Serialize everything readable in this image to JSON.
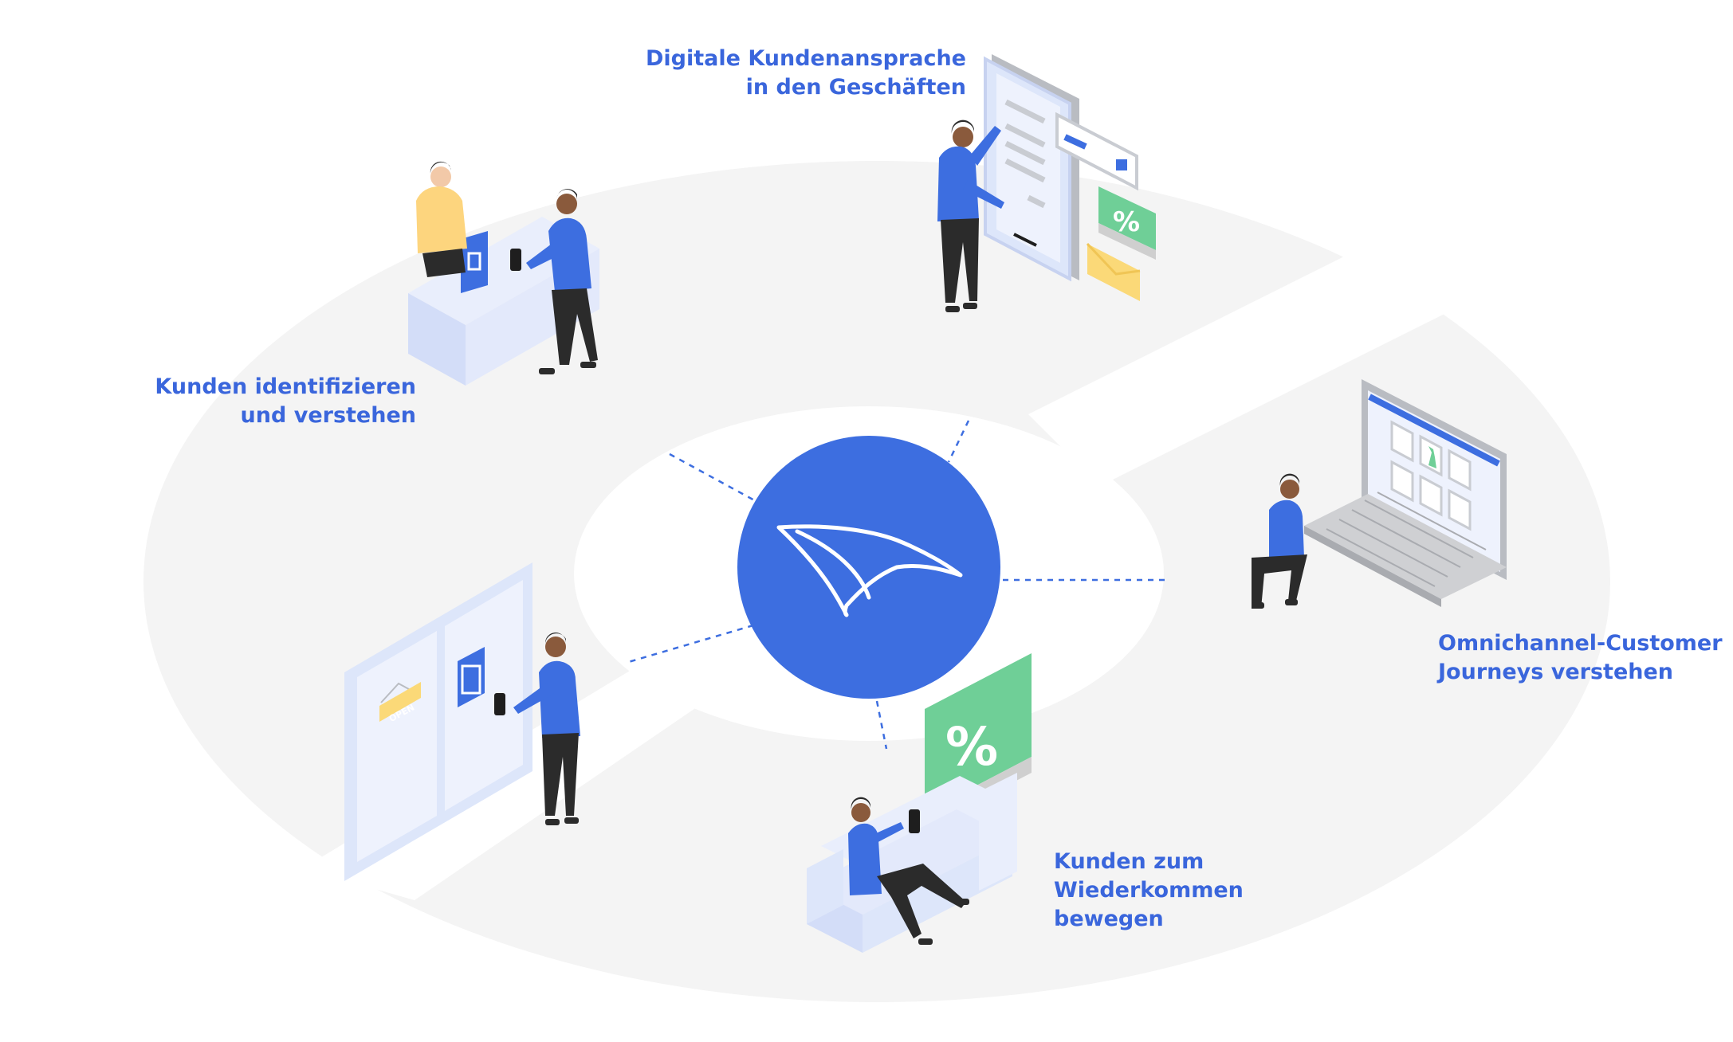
{
  "colors": {
    "brand_blue": "#3d6ee0",
    "label_blue": "#3a66dc",
    "ring_gray": "#f4f4f4",
    "furniture_blue": "#dde6fa",
    "discount_green": "#6fcf97",
    "envelope_yellow": "#fbd978",
    "shirt_yellow": "#fdd57e",
    "dark": "#2b2b2b",
    "skin": "#8a5a3c"
  },
  "center_logo": {
    "icon": "paper-plane-glider-icon"
  },
  "labels": {
    "digital": {
      "line1": "Digitale Kundenansprache",
      "line2": "in den Geschäften"
    },
    "identify": {
      "line1": "Kunden identifizieren",
      "line2": "und verstehen"
    },
    "omni": {
      "line1": "Omnichannel-Customer",
      "line2": "Journeys verstehen"
    },
    "return": {
      "line1": "Kunden zum",
      "line2": "Wiederkommen",
      "line3": "bewegen"
    }
  },
  "scenes": {
    "counter": {
      "icons": [
        "qr-code-icon",
        "smartphone-icon"
      ]
    },
    "tablet": {
      "badge": "%",
      "icons": [
        "gift-icon",
        "envelope-icon"
      ]
    },
    "laptop": {
      "icons": [
        "keyboard-icon",
        "dress-icon"
      ]
    },
    "door": {
      "sign": "OPEN",
      "icons": [
        "qr-code-icon",
        "smartphone-icon"
      ]
    },
    "sofa": {
      "badge": "%",
      "icons": [
        "smartphone-icon"
      ]
    }
  }
}
